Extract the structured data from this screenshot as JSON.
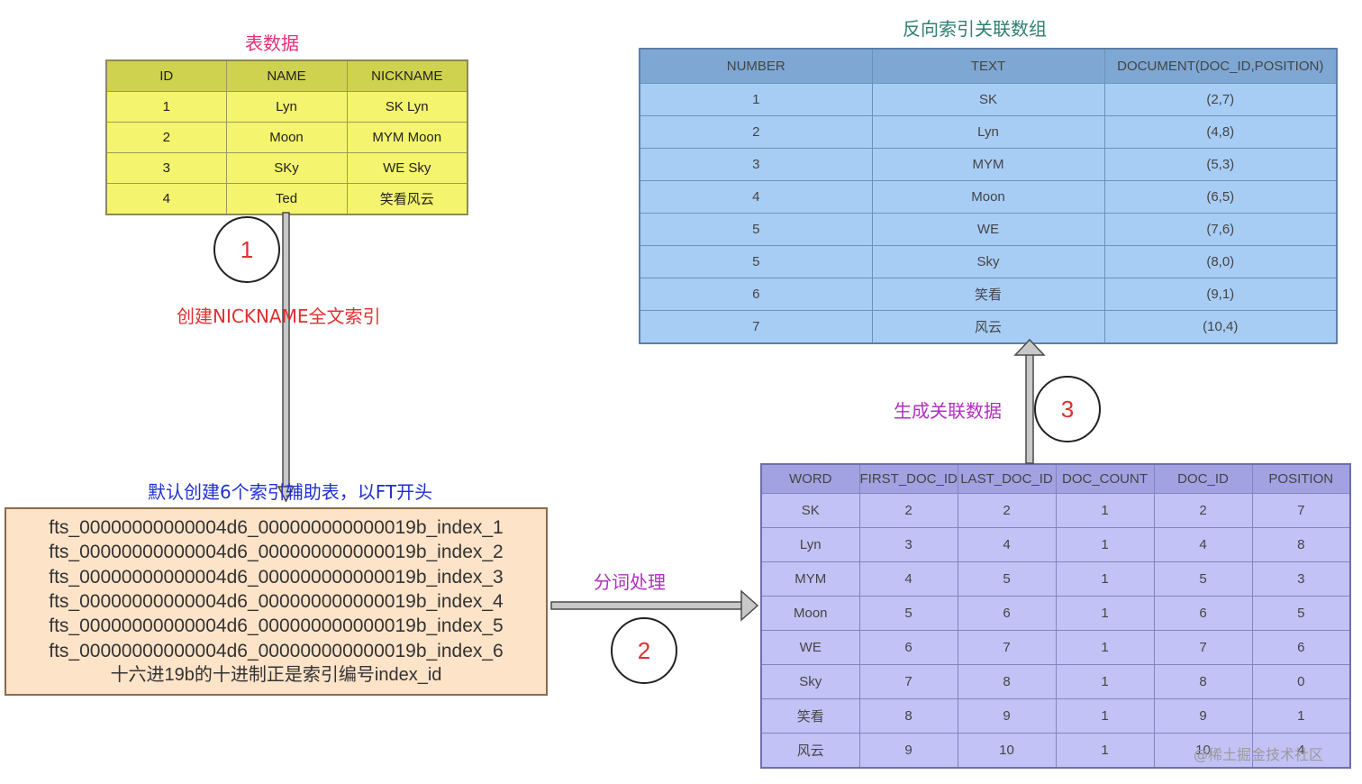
{
  "titles": {
    "table_data": "表数据",
    "inverted_index": "反向索引关联数组"
  },
  "steps": {
    "step1_number": "1",
    "step1_label": "创建NICKNAME全文索引",
    "aux_tables_label": "默认创建6个索引辅助表，以FT开头",
    "step2_number": "2",
    "step2_label": "分词处理",
    "step3_number": "3",
    "step3_label": "生成关联数据"
  },
  "colors": {
    "title_pink": "#e0307a",
    "title_teal": "#2f7f73",
    "step1_red": "#e03030",
    "aux_blue": "#2030d0",
    "step_purple": "#b030c0"
  },
  "table_data": {
    "columns": [
      "ID",
      "NAME",
      "NICKNAME"
    ],
    "rows": [
      [
        "1",
        "Lyn",
        "SK Lyn"
      ],
      [
        "2",
        "Moon",
        "MYM Moon"
      ],
      [
        "3",
        "SKy",
        "WE Sky"
      ],
      [
        "4",
        "Ted",
        "笑看风云"
      ]
    ]
  },
  "inverted_index": {
    "columns": [
      "NUMBER",
      "TEXT",
      "DOCUMENT(DOC_ID,POSITION)"
    ],
    "rows": [
      [
        "1",
        "SK",
        "(2,7)"
      ],
      [
        "2",
        "Lyn",
        "(4,8)"
      ],
      [
        "3",
        "MYM",
        "(5,3)"
      ],
      [
        "4",
        "Moon",
        "(6,5)"
      ],
      [
        "5",
        "WE",
        "(7,6)"
      ],
      [
        "5",
        "Sky",
        "(8,0)"
      ],
      [
        "6",
        "笑看",
        "(9,1)"
      ],
      [
        "7",
        "风云",
        "(10,4)"
      ]
    ]
  },
  "word_table": {
    "columns": [
      "WORD",
      "FIRST_DOC_ID",
      "LAST_DOC_ID",
      "DOC_COUNT",
      "DOC_ID",
      "POSITION"
    ],
    "rows": [
      [
        "SK",
        "2",
        "2",
        "1",
        "2",
        "7"
      ],
      [
        "Lyn",
        "3",
        "4",
        "1",
        "4",
        "8"
      ],
      [
        "MYM",
        "4",
        "5",
        "1",
        "5",
        "3"
      ],
      [
        "Moon",
        "5",
        "6",
        "1",
        "6",
        "5"
      ],
      [
        "WE",
        "6",
        "7",
        "1",
        "7",
        "6"
      ],
      [
        "Sky",
        "7",
        "8",
        "1",
        "8",
        "0"
      ],
      [
        "笑看",
        "8",
        "9",
        "1",
        "9",
        "1"
      ],
      [
        "风云",
        "9",
        "10",
        "1",
        "10",
        "4"
      ]
    ]
  },
  "fts_tables": {
    "lines": [
      "fts_00000000000004d6_000000000000019b_index_1",
      "fts_00000000000004d6_000000000000019b_index_2",
      "fts_00000000000004d6_000000000000019b_index_3",
      "fts_00000000000004d6_000000000000019b_index_4",
      "fts_00000000000004d6_000000000000019b_index_5",
      "fts_00000000000004d6_000000000000019b_index_6"
    ],
    "note": "十六进19b的十进制正是索引编号index_id"
  },
  "watermark": "@稀土掘金技术社区"
}
